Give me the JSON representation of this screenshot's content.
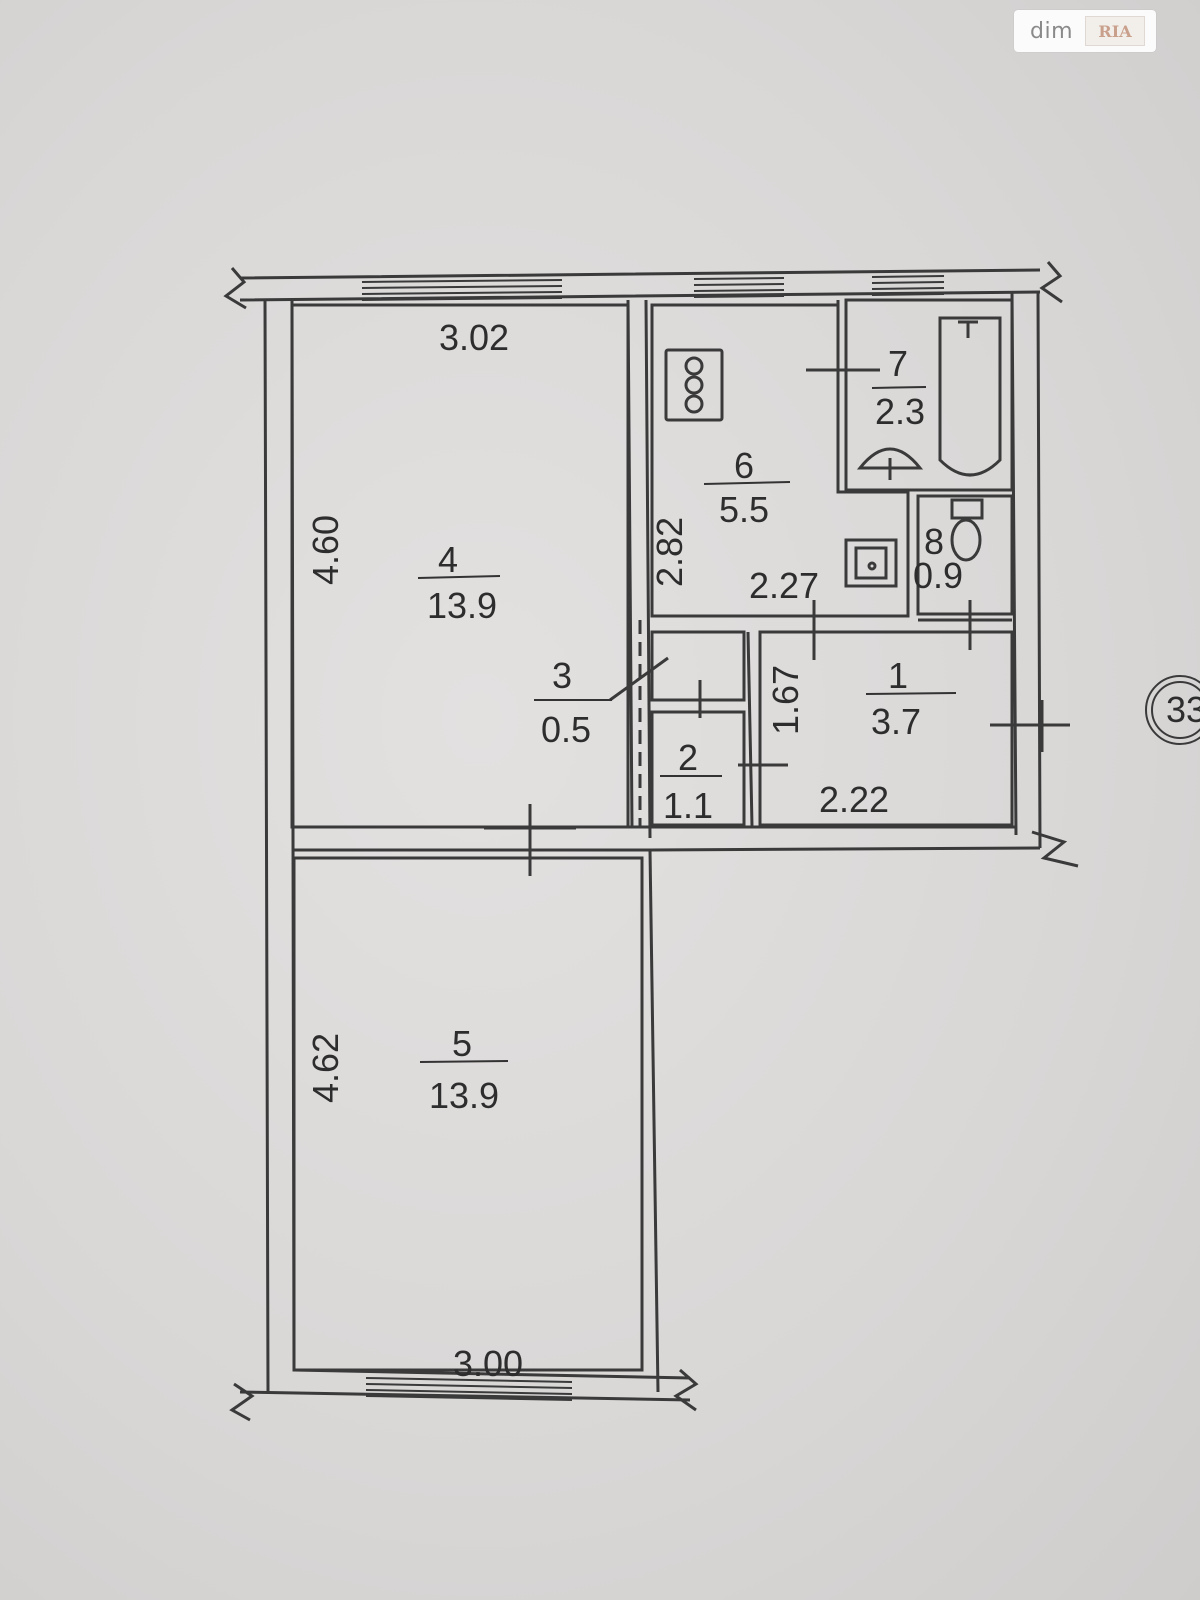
{
  "watermark": {
    "text_dim": "dim",
    "text_ria": "RIA"
  },
  "plan_number": "33",
  "rooms": [
    {
      "id": "room-1",
      "number": "1",
      "area": "3.7"
    },
    {
      "id": "room-2",
      "number": "2",
      "area": "1.1"
    },
    {
      "id": "room-3",
      "number": "3",
      "area": "0.5"
    },
    {
      "id": "room-4",
      "number": "4",
      "area": "13.9"
    },
    {
      "id": "room-5",
      "number": "5",
      "area": "13.9"
    },
    {
      "id": "room-6",
      "number": "6",
      "area": "5.5"
    },
    {
      "id": "room-7",
      "number": "7",
      "area": "2.3"
    },
    {
      "id": "room-8",
      "number": "8",
      "area": "0.9"
    }
  ],
  "dimensions": {
    "room4_width": "3.02",
    "room4_length": "4.60",
    "room5_length": "4.62",
    "room5_width": "3.00",
    "kitchen_height": "2.82",
    "kitchen_width": "2.27",
    "hall_height": "1.67",
    "hall_width": "2.22"
  }
}
